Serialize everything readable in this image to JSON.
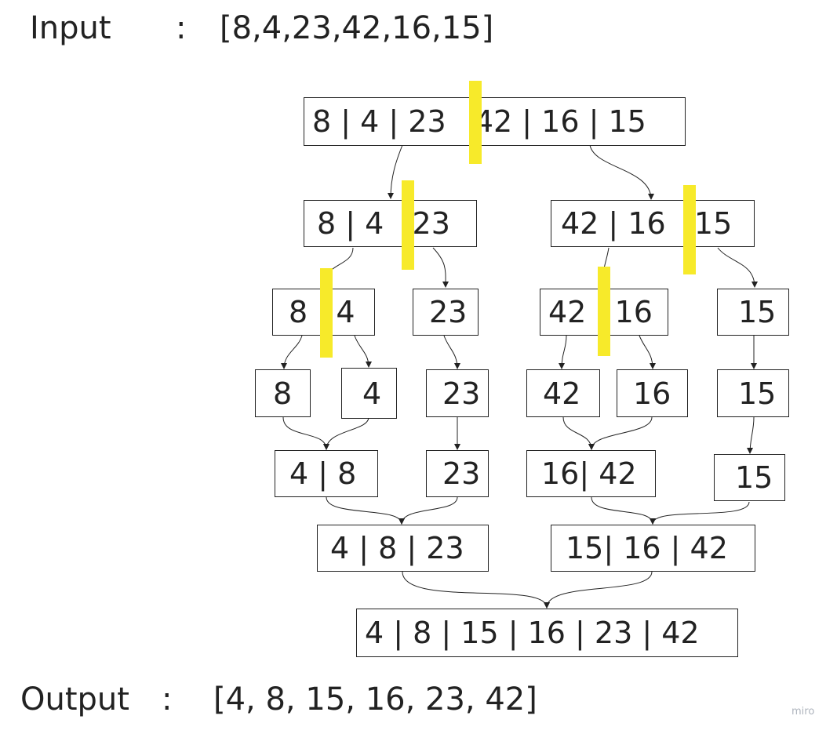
{
  "input": {
    "label": "Input",
    "colon": ":",
    "value": "[8,4,23,42,16,15]"
  },
  "output": {
    "label": "Output",
    "colon": ":",
    "value": "[4, 8, 15, 16, 23, 42]"
  },
  "boxes": {
    "root": "8 | 4 | 23   42 | 16 | 15",
    "l1_left": "8 | 4   23",
    "l1_right": "42 | 16   15",
    "l2_a": "8   4",
    "l2_b": "23",
    "l2_c": "42   16",
    "l2_d": "15",
    "l3_a": "8",
    "l3_b": "4",
    "l3_c": "23",
    "l3_d": "42",
    "l3_e": "16",
    "l3_f": "15",
    "m1_a": "4 | 8",
    "m1_b": "23",
    "m1_c": "16| 42",
    "m1_d": "15",
    "m2_a": "4 | 8 | 23",
    "m2_b": "15| 16 | 42",
    "final": "4 | 8 | 15 | 16 | 23 | 42"
  },
  "watermark": "miro",
  "colors": {
    "split_marker": "#f7ea2a",
    "line": "#222222"
  }
}
